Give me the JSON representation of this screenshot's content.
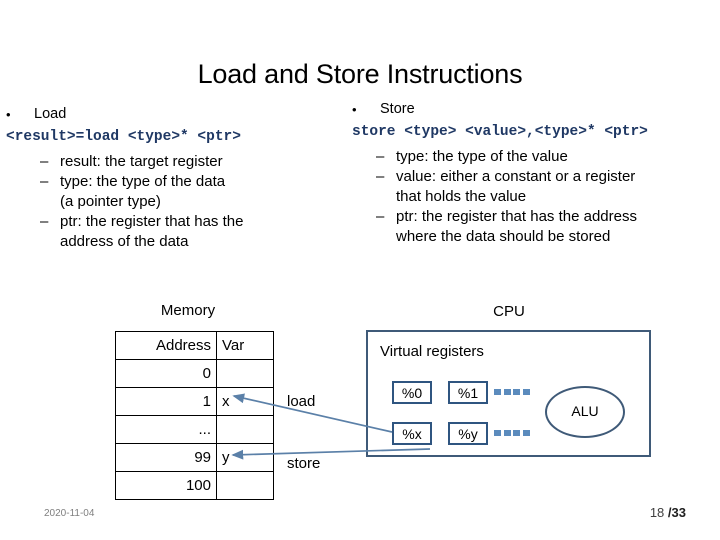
{
  "slide": {
    "title": "Load and Store Instructions",
    "left_column": {
      "bullet_marker": "•",
      "heading": "Load",
      "code": "<result>=load <type>* <ptr>",
      "sub_marker": "–",
      "sub_items": [
        {
          "text": "result: the target register",
          "continuation": ""
        },
        {
          "text": "type: the type of the data",
          "continuation": "(a pointer type)"
        },
        {
          "text": "ptr: the register that has the",
          "continuation": "address of the data"
        }
      ]
    },
    "right_column": {
      "bullet_marker": "•",
      "heading": "Store",
      "code": "store <type> <value>,<type>* <ptr>",
      "sub_marker": "–",
      "sub_items": [
        {
          "text": "type: the type of the value",
          "continuation": ""
        },
        {
          "text": "value: either a constant or a register",
          "continuation": "that holds the value"
        },
        {
          "text": "ptr: the register that has the address",
          "continuation": "where the data should be stored"
        }
      ]
    },
    "memory": {
      "caption": "Memory",
      "columns": [
        "Address",
        "Var"
      ],
      "rows": [
        {
          "address": "0",
          "var": ""
        },
        {
          "address": "1",
          "var": "x"
        },
        {
          "address": "...",
          "var": ""
        },
        {
          "address": "99",
          "var": "y"
        },
        {
          "address": "100",
          "var": ""
        }
      ]
    },
    "cpu": {
      "caption": "CPU",
      "section_label": "Virtual registers",
      "registers": [
        "%0",
        "%1",
        "%x",
        "%y"
      ],
      "alu_label": "ALU",
      "border_color": "#3f5a78",
      "register_border_color": "#2f5580",
      "dots_color": "#5b8bbd"
    },
    "arrows": {
      "load_label": "load",
      "store_label": "store",
      "color": "#5b80a8"
    },
    "footer": {
      "date": "2020-11-04",
      "page_current": "18",
      "page_separator": "/",
      "page_total": "33"
    }
  }
}
